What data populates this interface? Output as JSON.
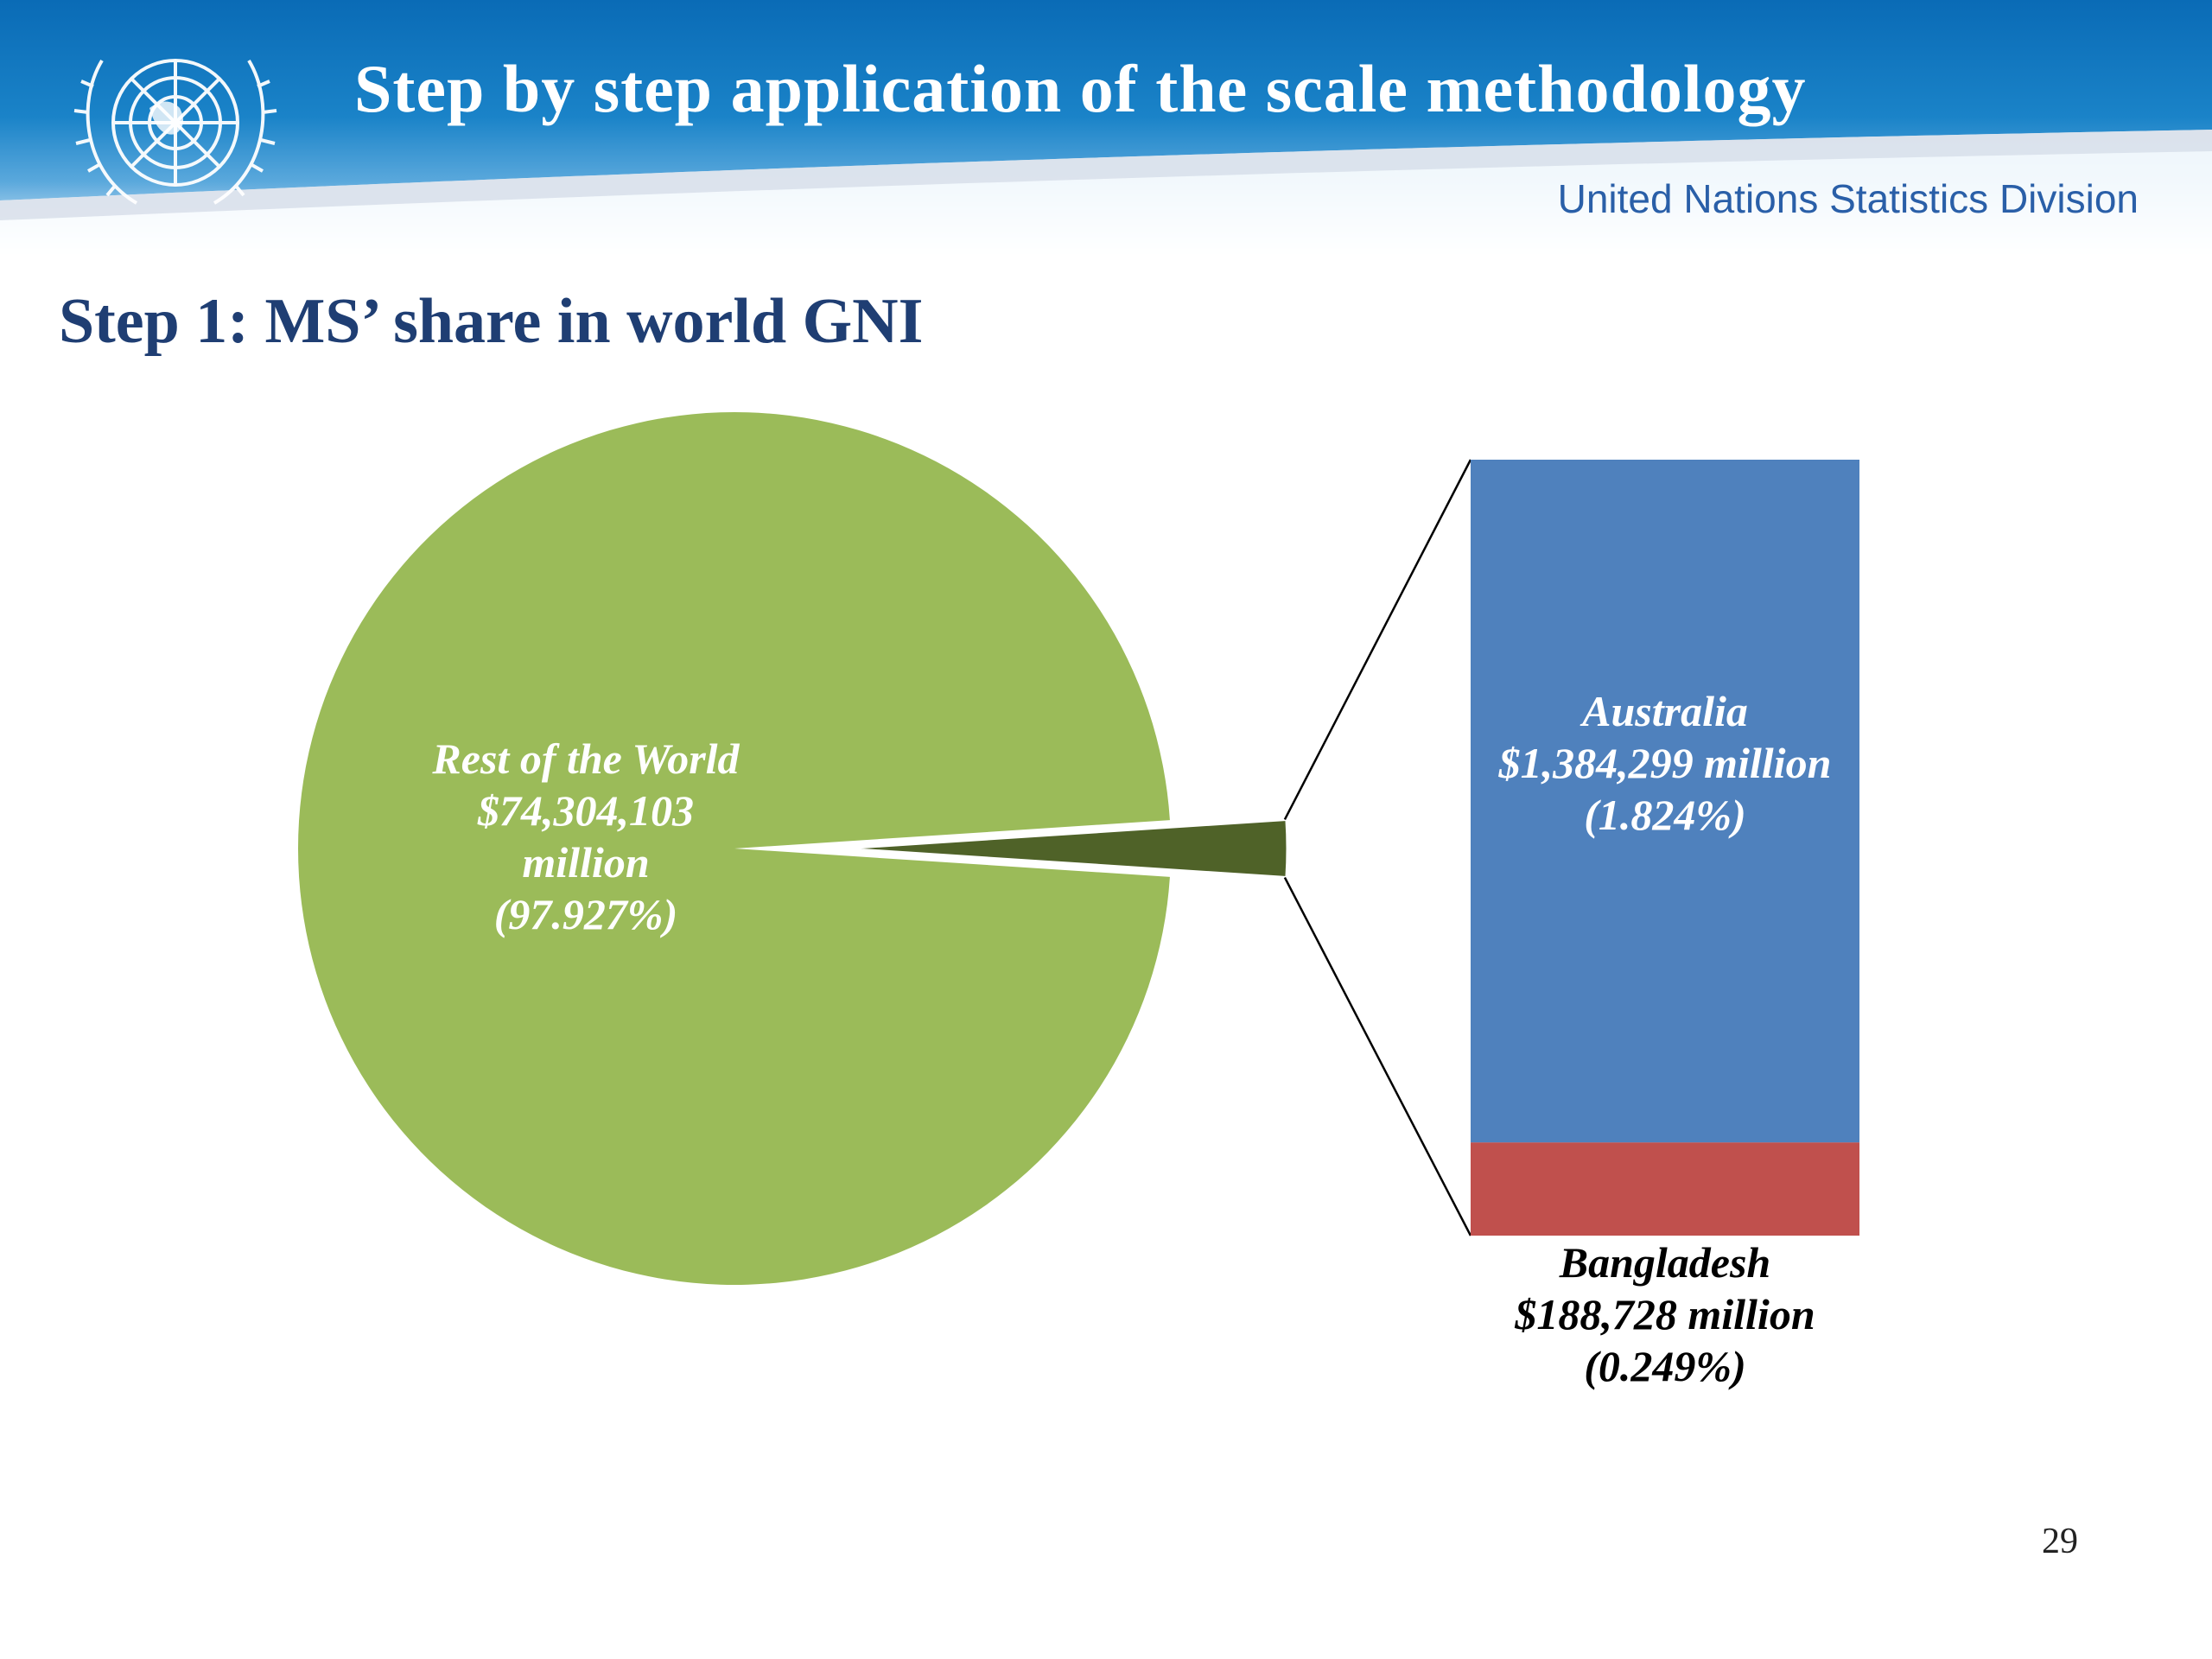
{
  "header": {
    "title": "Step by step application of the scale methodology",
    "org": "United Nations Statistics Division",
    "logo_icon": "un-emblem-icon"
  },
  "heading": "Step 1: MS’ share in world GNI",
  "page_number": "29",
  "colors": {
    "pie_main": "#9bbb59",
    "pie_slice": "#4f6228",
    "australia": "#4f81bd",
    "bangladesh": "#c0504d",
    "heading": "#1f3e73",
    "header_blue": "#0a6bb6"
  },
  "chart_data": {
    "type": "pie",
    "slices": [
      {
        "name": "Rest of the World",
        "value": 74304103,
        "percent": 97.927,
        "label_lines": [
          "Rest of the World",
          "$74,304,103",
          "million",
          "(97.927%)"
        ]
      },
      {
        "name": "Australia",
        "value": 1384299,
        "percent": 1.824,
        "label_lines": [
          "Australia",
          "$1,384,299 million",
          "(1.824%)"
        ]
      },
      {
        "name": "Bangladesh",
        "value": 188728,
        "percent": 0.249,
        "label_lines": [
          "Bangladesh",
          "$188,728 million",
          "(0.249%)"
        ]
      }
    ],
    "breakout": {
      "type": "stacked-bar",
      "components": [
        "Australia",
        "Bangladesh"
      ],
      "total_percent": 2.073
    }
  }
}
